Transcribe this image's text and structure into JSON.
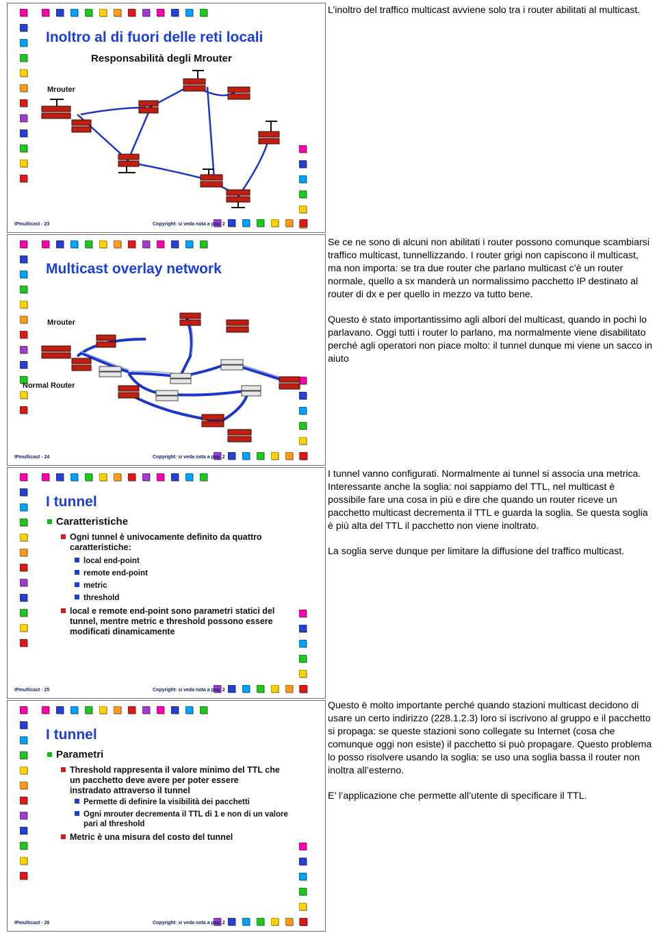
{
  "slides": [
    {
      "title": "Inoltro al di fuori delle reti locali",
      "subtitle": "Responsabilità degli Mrouter",
      "labels": [
        "Mrouter"
      ],
      "footer": "IPmulticast - 23",
      "copyright": "Copyright: si veda nota a pag. 2"
    },
    {
      "title": "Multicast overlay network",
      "labels": [
        "Mrouter",
        "Normal Router"
      ],
      "footer": "IPmulticast - 24",
      "copyright": "Copyright: si veda nota a pag. 2"
    },
    {
      "title": "I tunnel",
      "bullets": [
        {
          "level": 1,
          "text": "Caratteristiche"
        },
        {
          "level": 2,
          "text": "Ogni tunnel è univocamente definito da quattro caratteristiche:"
        },
        {
          "level": 3,
          "text": "local end-point"
        },
        {
          "level": 3,
          "text": "remote end-point"
        },
        {
          "level": 3,
          "text": "metric"
        },
        {
          "level": 3,
          "text": "threshold"
        },
        {
          "level": 2,
          "text": "local e remote end-point sono parametri statici del tunnel, mentre metric e threshold possono essere modificati dinamicamente"
        }
      ],
      "footer": "IPmulticast - 25",
      "copyright": "Copyright: si veda nota a pag. 2"
    },
    {
      "title": "I tunnel",
      "bullets": [
        {
          "level": 1,
          "text": "Parametri"
        },
        {
          "level": 2,
          "text": "Threshold rappresenta il valore minimo del TTL che un pacchetto deve avere per poter essere instradato attraverso il tunnel"
        },
        {
          "level": 3,
          "text": "Permette di definire la visibilità dei pacchetti"
        },
        {
          "level": 3,
          "text": "Ogni mrouter decrementa il TTL di 1 e non di un valore pari al threshold"
        },
        {
          "level": 2,
          "text": "Metric è una misura del costo del tunnel"
        }
      ],
      "footer": "IPmulticast - 26",
      "copyright": "Copyright: si veda nota a pag. 2"
    }
  ],
  "notes": [
    [
      "L’inoltro del traffico multicast avviene solo tra i router abilitati al multicast."
    ],
    [
      "Se ce ne sono di alcuni non abilitati i router possono comunque scambiarsi traffico multicast, tunnellizzando. I router grigi non capiscono il multicast, ma non importa: se tra due router che parlano multicast c’è un router normale, quello a sx manderà un normalissimo pacchetto IP destinato al router di dx e per quello in mezzo va tutto bene.",
      "Questo è stato importantissimo agli albori del multicast, quando in pochi lo parlavano. Oggi tutti i router lo parlano, ma normalmente viene disabilitato perché agli operatori non piace molto: il tunnel dunque mi viene un sacco in aiuto"
    ],
    [
      "I tunnel vanno configurati. Normalmente ai tunnel si associa una metrica. Interessante anche la soglia: noi sappiamo del TTL, nel multicast è possibile fare una cosa in più e dire che quando un router riceve un pacchetto multicast decrementa il TTL e guarda la soglia. Se questa soglia è più alta del TTL il pacchetto non viene inoltrato.",
      "La soglia serve dunque per limitare la diffusione del traffico multicast."
    ],
    [
      "Questo è molto importante perché quando stazioni multicast decidono di usare un certo indirizzo (228.1.2.3) loro si iscrivono al gruppo e il pacchetto si propaga: se queste stazioni sono collegate su Internet (cosa che comunque oggi non esiste) il pacchetto si può propagare. Questo problema lo posso risolvere usando la soglia: se uso una soglia bassa il router non inoltra all’esterno.",
      "E’ l’applicazione che permette all’utente di specificare il TTL."
    ]
  ],
  "colors": {
    "title_blue": "#1a3fd6",
    "mrouter_red": "#c01e12",
    "normal_router": "#e6e6e6",
    "link_blue": "#1b36c9",
    "squares": [
      "#ff00aa",
      "#2640d6",
      "#00a0ff",
      "#1ec81e",
      "#ffd200",
      "#ff9a1a",
      "#e01818",
      "#a03cd0"
    ]
  }
}
